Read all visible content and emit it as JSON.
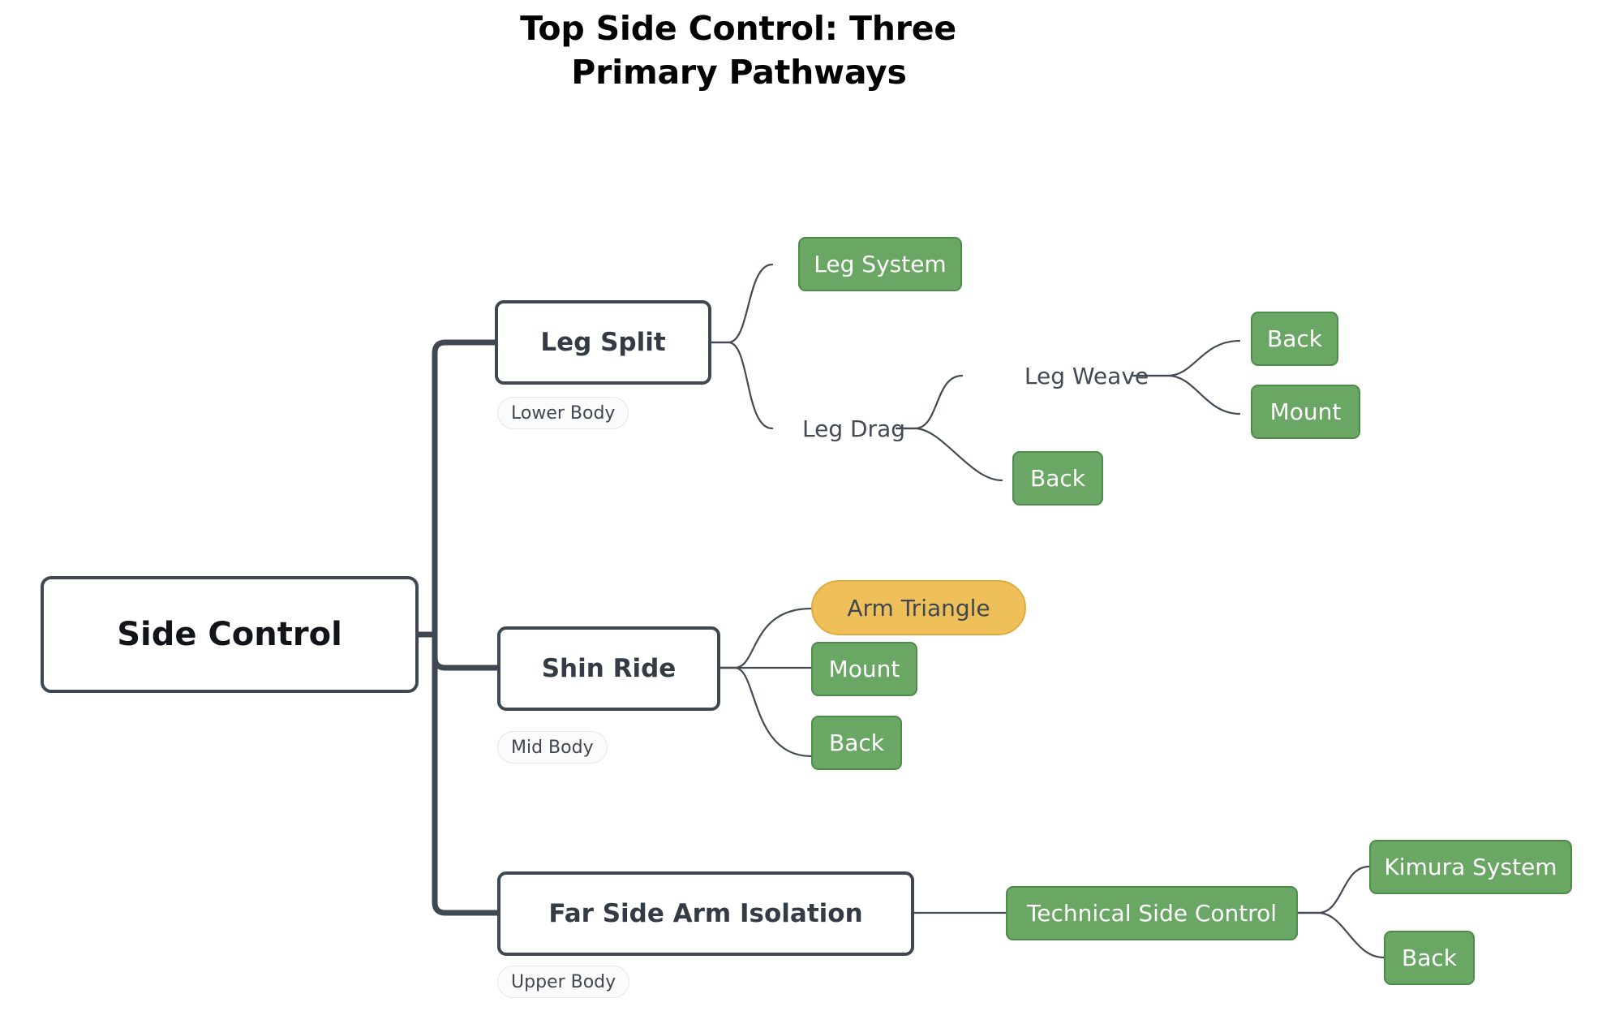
{
  "title": {
    "line1": "Top Side Control: Three",
    "line2": "Primary Pathways"
  },
  "colors": {
    "stroke_dark": "#3f4751",
    "stroke_thin": "#434a55",
    "green_fill": "#6aa664",
    "green_border": "#4e8a4a",
    "orange_fill": "#efc05a",
    "orange_border": "#e0ab3d",
    "node_text_dark": "#343b45",
    "node_text_light": "#ffffff",
    "tag_fill": "#fbfbfb",
    "tag_border": "#e3e5e8",
    "background": "#ffffff"
  },
  "root": {
    "label": "Side Control"
  },
  "branches": [
    {
      "label": "Leg Split",
      "tag": "Lower Body",
      "children": [
        {
          "label": "Leg System",
          "kind": "green"
        },
        {
          "label": "Leg Drag",
          "kind": "plain",
          "children": [
            {
              "label": "Leg Weave",
              "kind": "plain",
              "children": [
                {
                  "label": "Back",
                  "kind": "green"
                },
                {
                  "label": "Mount",
                  "kind": "green"
                }
              ]
            },
            {
              "label": "Back",
              "kind": "green"
            }
          ]
        }
      ]
    },
    {
      "label": "Shin Ride",
      "tag": "Mid Body",
      "children": [
        {
          "label": "Arm Triangle",
          "kind": "orange"
        },
        {
          "label": "Mount",
          "kind": "green"
        },
        {
          "label": "Back",
          "kind": "green"
        }
      ]
    },
    {
      "label": "Far Side Arm Isolation",
      "tag": "Upper Body",
      "children": [
        {
          "label": "Technical Side Control",
          "kind": "green",
          "children": [
            {
              "label": "Kimura System",
              "kind": "green"
            },
            {
              "label": "Back",
              "kind": "green"
            }
          ]
        }
      ]
    }
  ]
}
